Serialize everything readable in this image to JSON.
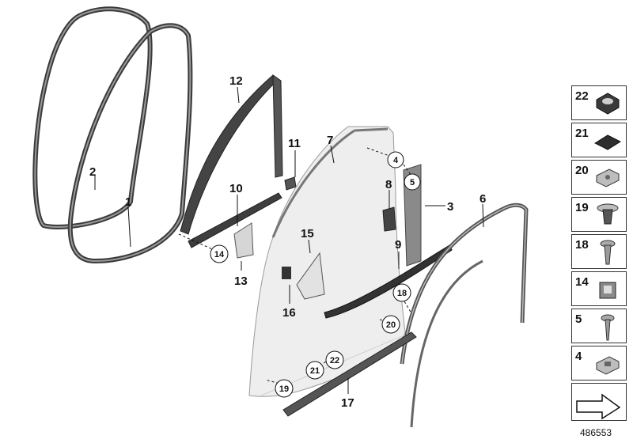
{
  "callouts": {
    "c1": "1",
    "c2": "2",
    "c3": "3",
    "c4": "4",
    "c5": "5",
    "c6": "6",
    "c7": "7",
    "c8": "8",
    "c9": "9",
    "c10": "10",
    "c11": "11",
    "c12": "12",
    "c13": "13",
    "c14": "14",
    "c15": "15",
    "c16": "16",
    "c17": "17",
    "c18": "18",
    "c19": "19",
    "c20": "20",
    "c21": "21",
    "c22": "22"
  },
  "legend": [
    {
      "num": "22",
      "icon": "grommet-icon"
    },
    {
      "num": "21",
      "icon": "pad-icon"
    },
    {
      "num": "20",
      "icon": "clip-nut-icon"
    },
    {
      "num": "19",
      "icon": "expanding-rivet-icon"
    },
    {
      "num": "18",
      "icon": "screw-icon"
    },
    {
      "num": "14",
      "icon": "clip-icon"
    },
    {
      "num": "5",
      "icon": "tapping-screw-icon"
    },
    {
      "num": "4",
      "icon": "clip-nut-icon"
    }
  ],
  "catalog_number": "486553"
}
